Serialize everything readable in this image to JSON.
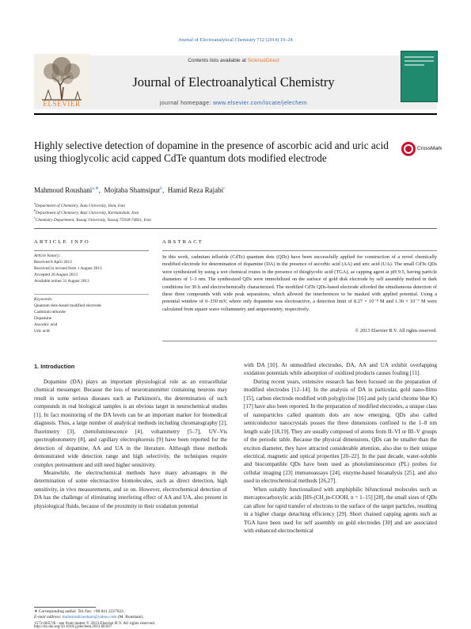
{
  "header": {
    "journal_ref": "Journal of Electroanalytical Chemistry 712 (2014) 19–24",
    "contents_prefix": "Contents lists available at ",
    "contents_link": "ScienceDirect",
    "journal_title": "Journal of Electroanalytical Chemistry",
    "homepage_prefix": "journal homepage: ",
    "homepage_url": "www.elsevier.com/locate/jelechem",
    "publisher": "ELSEVIER"
  },
  "article": {
    "title": "Highly selective detection of dopamine in the presence of ascorbic acid and uric acid using thioglycolic acid capped CdTe quantum dots modified electrode",
    "crossmark_label": "CrossMark",
    "authors": [
      {
        "name": "Mahmoud Roushani",
        "marks": "a,∗"
      },
      {
        "name": "Mojtaba Shamsipur",
        "marks": "b"
      },
      {
        "name": "Hamid Reza Rajabi",
        "marks": "c"
      }
    ],
    "affiliations": [
      {
        "mark": "a",
        "text": "Department of Chemistry, Ilam University, Ilam, Iran"
      },
      {
        "mark": "b",
        "text": "Department of Chemistry, Razi University, Kermanshah, Iran"
      },
      {
        "mark": "c",
        "text": "Chemistry Department, Yasouj University, Yasouj 75918-74831, Iran"
      }
    ]
  },
  "article_info": {
    "heading": "ARTICLE INFO",
    "history_label": "Article history:",
    "history": [
      "Received 8 April 2013",
      "Received in revised form 1 August 2013",
      "Accepted 26 August 2013",
      "Available online 31 August 2013"
    ],
    "keywords_label": "Keywords:",
    "keywords": [
      "Quantum dots-based modified electrode",
      "Cadmium telluride",
      "Dopamine",
      "Ascorbic acid",
      "Uric acid"
    ]
  },
  "abstract": {
    "heading": "ABSTRACT",
    "text": "In this work, cadmium telluride (CdTe) quantum dots (QDs) have been successfully applied for construction of a novel chemically modified electrode for determination of dopamine (DA) in the presence of ascorbic acid (AA) and uric acid (UA). The small CdTe QDs were synthesized by using a wet chemical routes in the presence of thioglycolic acid (TGA), as capping agent at pH 9.5, having particle diameters of 1–3 nm. The synthesized QDs were immobilized on the surface of gold disk electrode by self assembly method in dark conditions for 30 h and electrochemically characterized. The modified CdTe QDs-based electrode afforded the simultaneous detection of these three compounds with wide peak separations, which allowed the interferences to be masked with applied potential. Using a potential window of 0–350 mV, where only dopamine was electroactive, a detection limit of 8.27 × 10⁻⁸ M and 1.30 × 10⁻⁷ M were calculated from square wave voltammetry and amperometry, respectively.",
    "copyright": "© 2013 Elsevier B.V. All rights reserved."
  },
  "body": {
    "intro_heading": "1. Introduction",
    "left_paragraphs": [
      "Dopamine (DA) plays an important physiological role as an extracellular chemical messenger. Because the loss of neurotransmitter containing neurons may result in some serious diseases such as Parkinson's, the determination of such compounds in real biological samples is an obvious target in neurochemical studies [1]. In fact monitoring of the DA levels can be an important marker for biomedical diagnosis. Thus, a large number of analytical methods including chromatography [2], fluorimetry [3], chemiluminescence [4], voltammetry [5–7], UV–Vis spectrophotometry [8], and capillary electrophoresis [9] have been reported for the detection of dopamine, AA and UA in the literature. Although these methods demonstrated wide detection range and high selectivity, the techniques require complex pretreatment and still need higher sensitivity.",
      "Meanwhile, the electrochemical methods have many advantages in the determination of some electroactive biomolecules, such as direct detection, high sensitivity, in vivo measurements, and so on. However, electrochemical detection of DA has the challenge of eliminating interfering effect of AA and UA, also present in physiological fluids, because of the proximity in their oxidation potential"
    ],
    "right_paragraphs": [
      "with DA [10]. At unmodified electrodes, DA, AA and UA exhibit overlapping oxidation potentials while adsorption of oxidized products causes fouling [11].",
      "During recent years, extensive research has been focused on the preparation of modified electrodes [12–14]. In the analysis of DA in particular, gold nano-films [15], carbon electrode modified with polyglycine [16] and poly (acid chrome blue K) [17] have also been reported. In the preparation of modified electrodes, a unique class of nanoparticles called quantum dots are now emerging. QDs also called semiconductor nanocrystals posses the three dimensions confined to the 1–8 nm length scale [18,19]. They are usually composed of atoms from II–VI or III–V groups of the periodic table. Because the physical dimensions, QDs can be smaller than the exciton diameter, they have attracted considerable attention, also due to their unique electrical, magnetic and optical properties [20–22]. In the past decade, water-soluble and biocompatible QDs have been used as photoluminescence (PL) probes for cellular imaging [23] immunoassays [24], enzyme-based bioanalysis [25], and also used in electrochemical methods [26,27].",
      "When suitably functionalized with amphiphilic bifunctional molecules such as mercaptocarboxylic acids [HS-(CH₂)n-COOH, n = 1–15] [28], the small sizes of QDs can allow for rapid transfer of electrons to the surface of the target particles, resulting in a higher charge detaching efficiency [29]. Short chained capping agents such as TGA have been used for self assembly on gold electrodes [30] and are associated with enhanced electrochemical"
    ]
  },
  "footnote": {
    "corresponding": "∗ Corresponding author. Tel./fax: +98 841 2227022.",
    "email_prefix": "E-mail address: ",
    "email": "mahmoudroushani@yahoo.com",
    "email_suffix": " (M. Roushani)."
  },
  "footer": {
    "issn": "1572-6657/$ - see front matter © 2013 Elsevier B.V. All rights reserved.",
    "doi": "http://dx.doi.org/10.1016/j.jelechem.2013.08.027"
  },
  "colors": {
    "link": "#2a6fb0",
    "elsevier_orange": "#e87722",
    "crossmark_red": "#c8102e",
    "cover_green": "#1f8a6d"
  }
}
